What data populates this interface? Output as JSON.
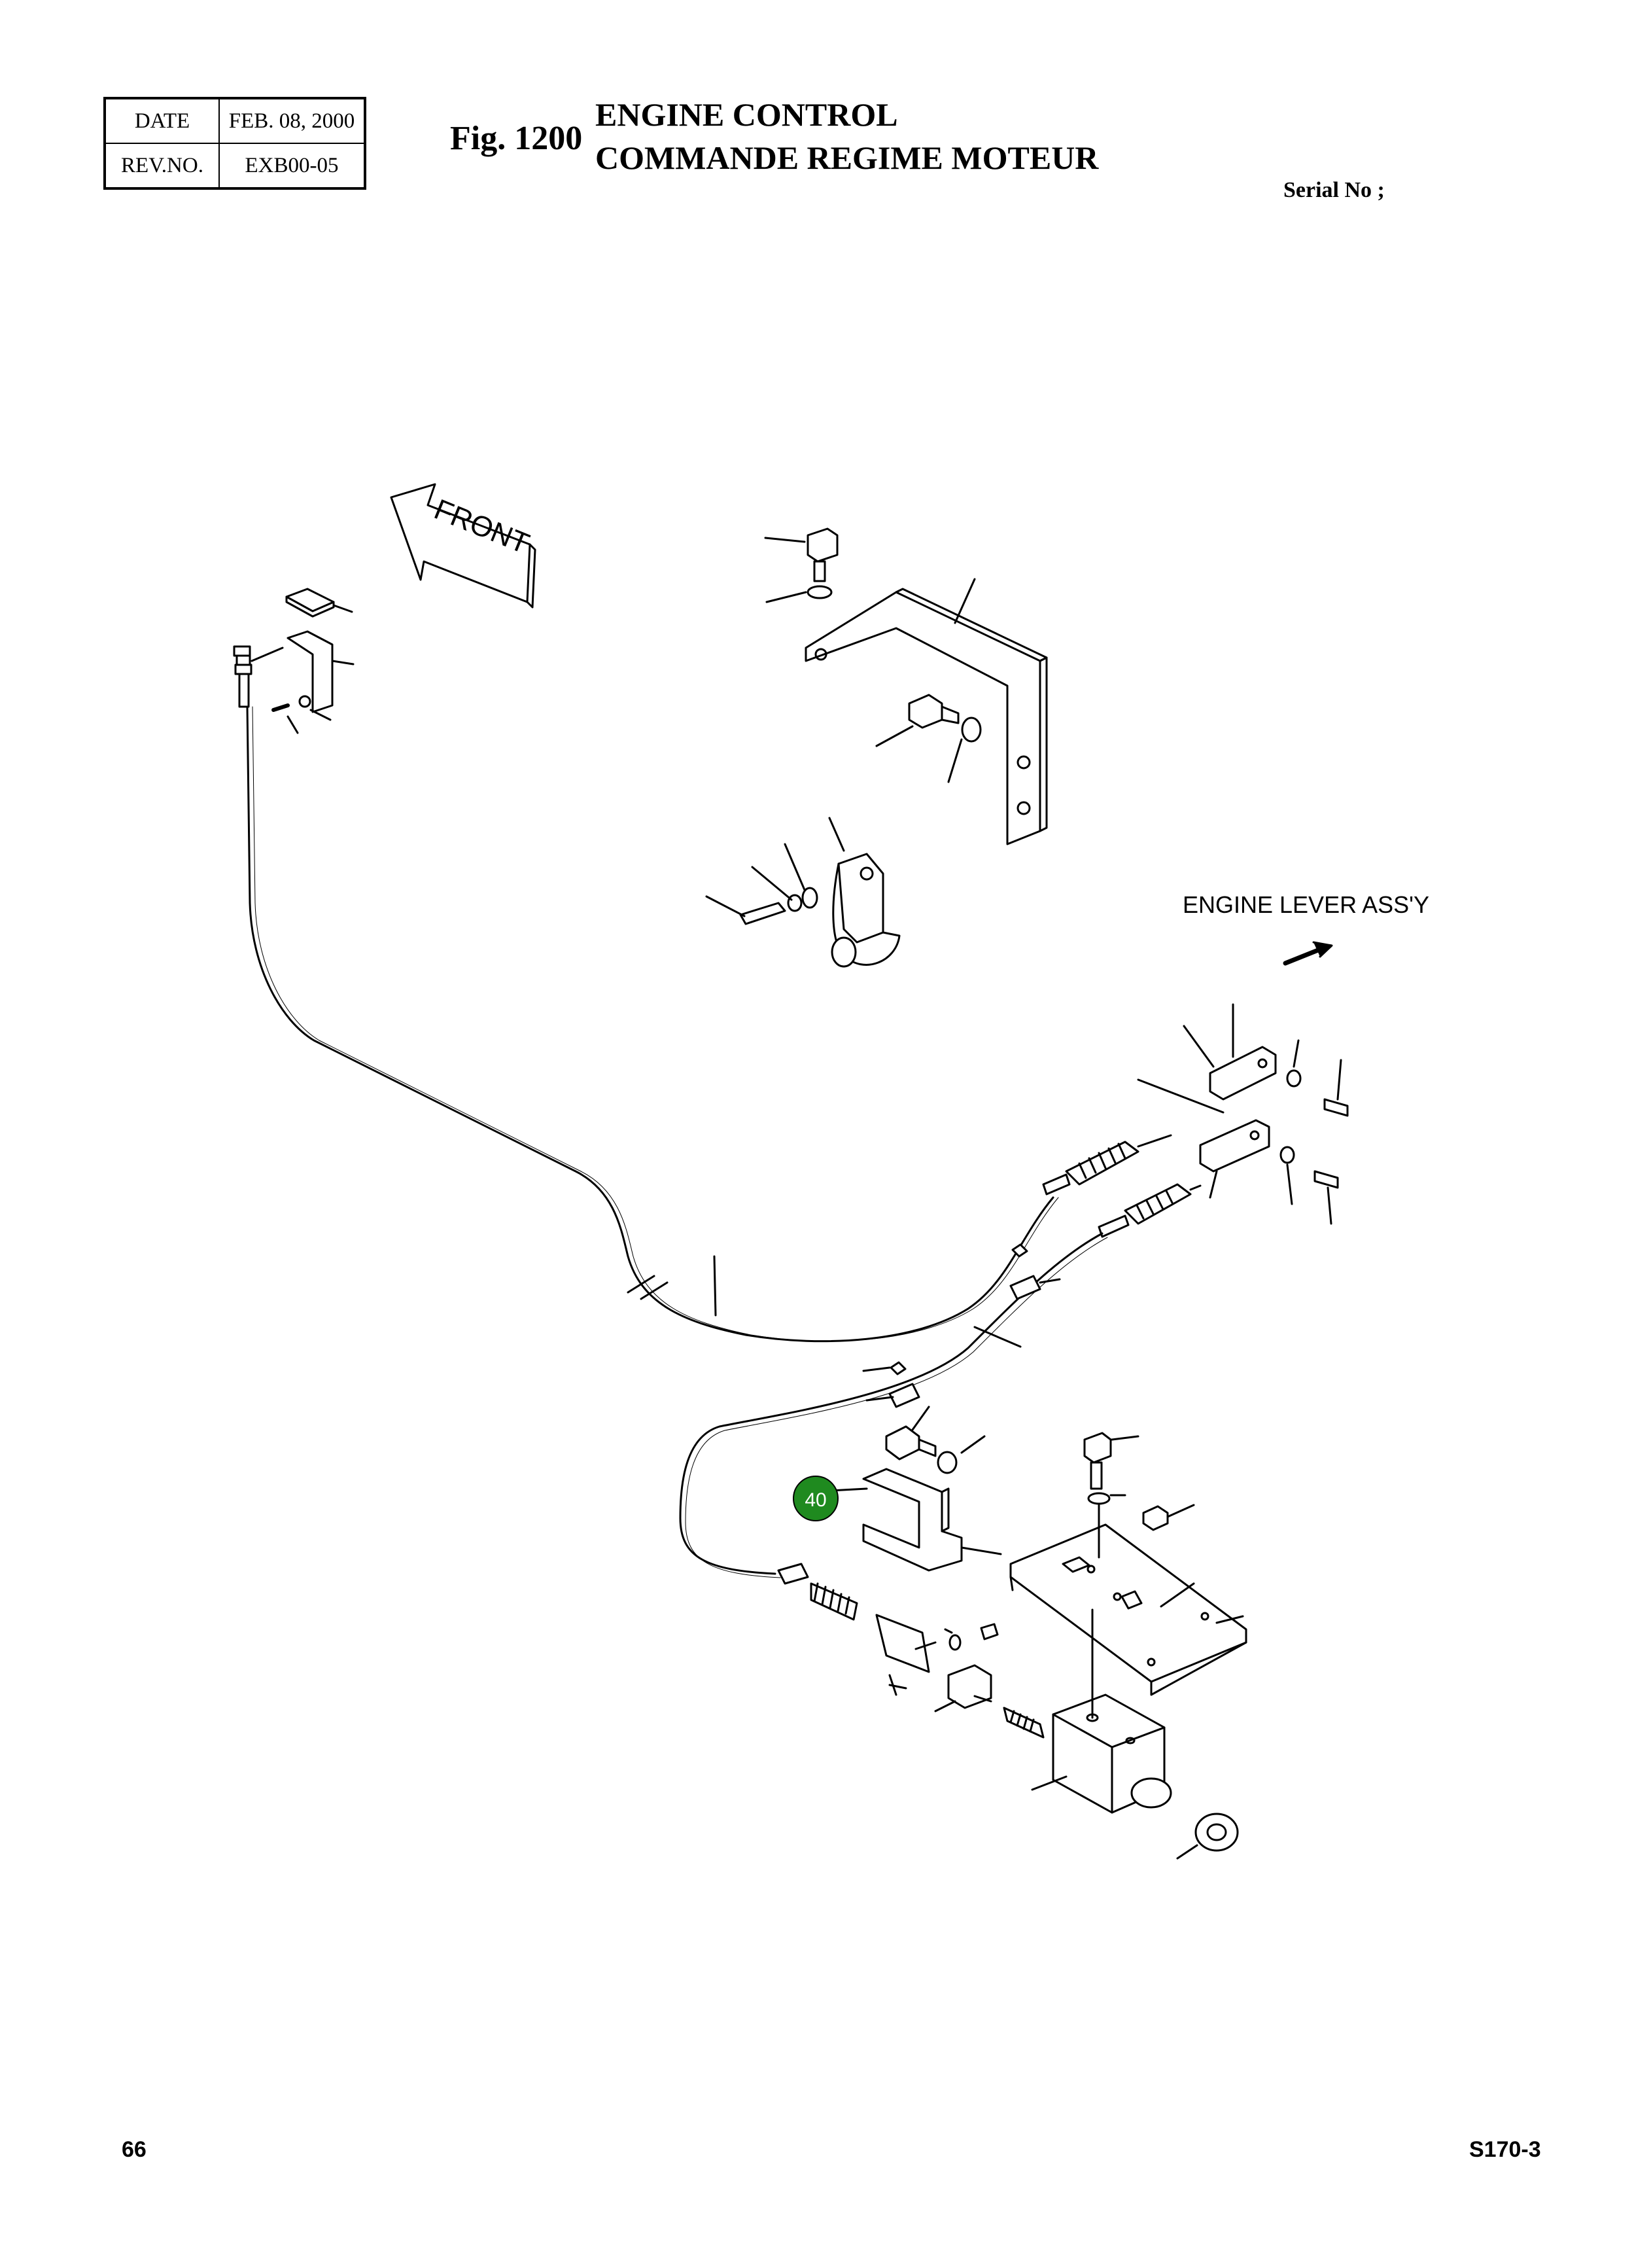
{
  "header": {
    "date_label": "DATE",
    "date_value": "FEB. 08, 2000",
    "rev_label": "REV.NO.",
    "rev_value": "EXB00-05",
    "fig_number": "Fig. 1200",
    "title_en": "ENGINE CONTROL",
    "title_fr": "COMMANDE REGIME MOTEUR",
    "serial_label": "Serial No ;"
  },
  "diagram": {
    "front_arrow_label": "FRONT",
    "assembly_label": "ENGINE LEVER ASS'Y",
    "callouts": [
      {
        "id": "40",
        "color": "#1f8a1f",
        "text_color": "#ffffff"
      }
    ]
  },
  "footer": {
    "page_number": "66",
    "model": "S170-3"
  }
}
